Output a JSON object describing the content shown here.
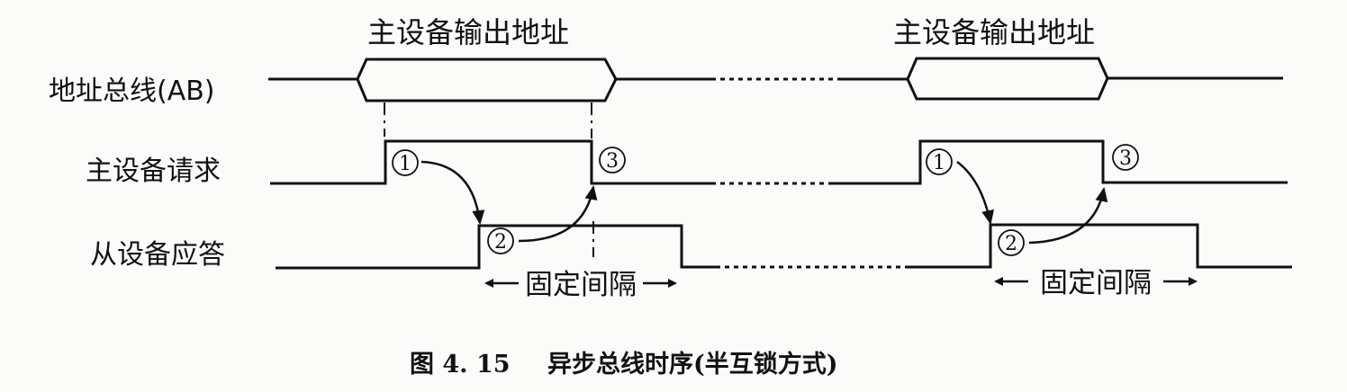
{
  "labels": {
    "address_out_1": "主设备输出地址",
    "address_out_2": "主设备输出地址",
    "address_bus": "地址总线(AB)",
    "master_request": "主设备请求",
    "slave_ack": "从设备应答",
    "fixed_interval_1": "固定间隔",
    "fixed_interval_2": "固定间隔"
  },
  "markers": {
    "one": "1",
    "two": "2",
    "three": "3"
  },
  "caption": {
    "number": "图 4. 15",
    "title": "异步总线时序(半互锁方式)"
  }
}
